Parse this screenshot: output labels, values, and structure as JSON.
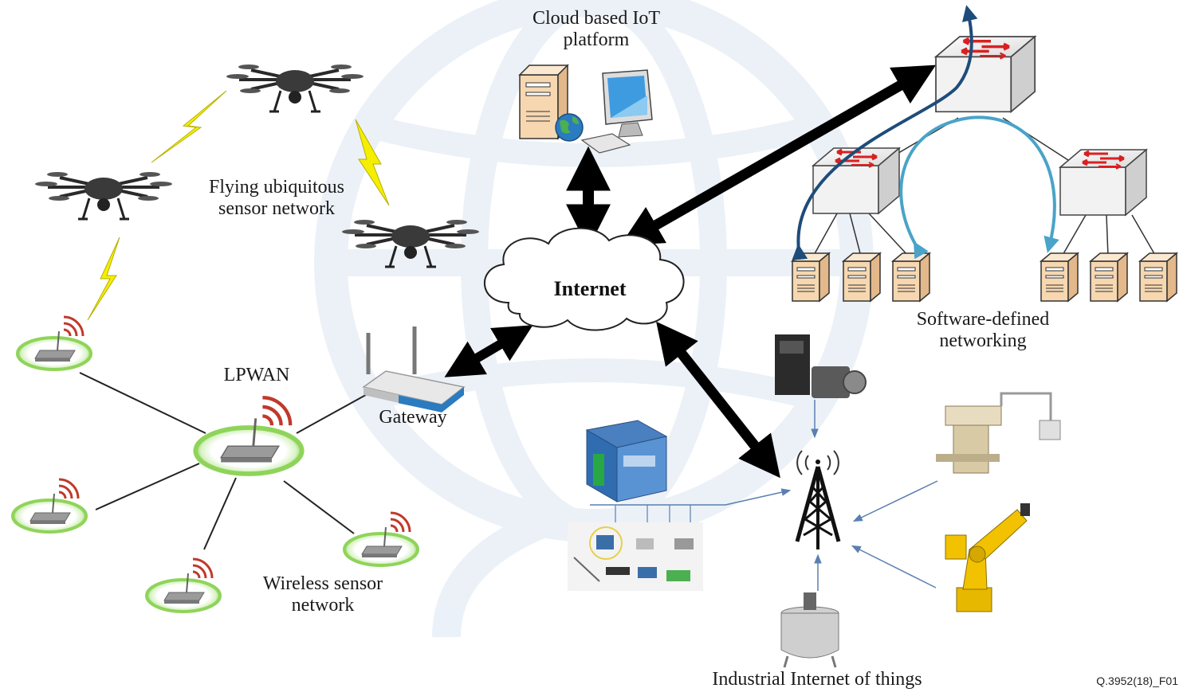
{
  "labels": {
    "cloud_line1": "Cloud based IoT",
    "cloud_line2": "platform",
    "internet": "Internet",
    "fusn_line1": "Flying ubiquitous",
    "fusn_line2": "sensor network",
    "lpwan": "LPWAN",
    "gateway": "Gateway",
    "wsn_line1": "Wireless sensor",
    "wsn_line2": "network",
    "sdn_line1": "Software-defined",
    "sdn_line2": "networking",
    "iiot": "Industrial Internet of things",
    "figure_id": "Q.3952(18)_F01"
  },
  "colors": {
    "watermark": "#dbe6f2",
    "thick_arrow": "#000000",
    "lightning": "#f4ee00",
    "sensor_ring": "#8fd45a",
    "switch_arrow": "#d92020",
    "sdn_dark_flow": "#1e4c7a",
    "sdn_light_flow": "#4aa3c8",
    "thin_arrow": "#5b7fb0",
    "server_face": "#f6d7b0"
  },
  "icons": [
    "drone-icon",
    "wireless-sensor-icon",
    "router-icon",
    "server-icon",
    "network-switch-icon",
    "cell-tower-icon",
    "industrial-machine-icon"
  ]
}
